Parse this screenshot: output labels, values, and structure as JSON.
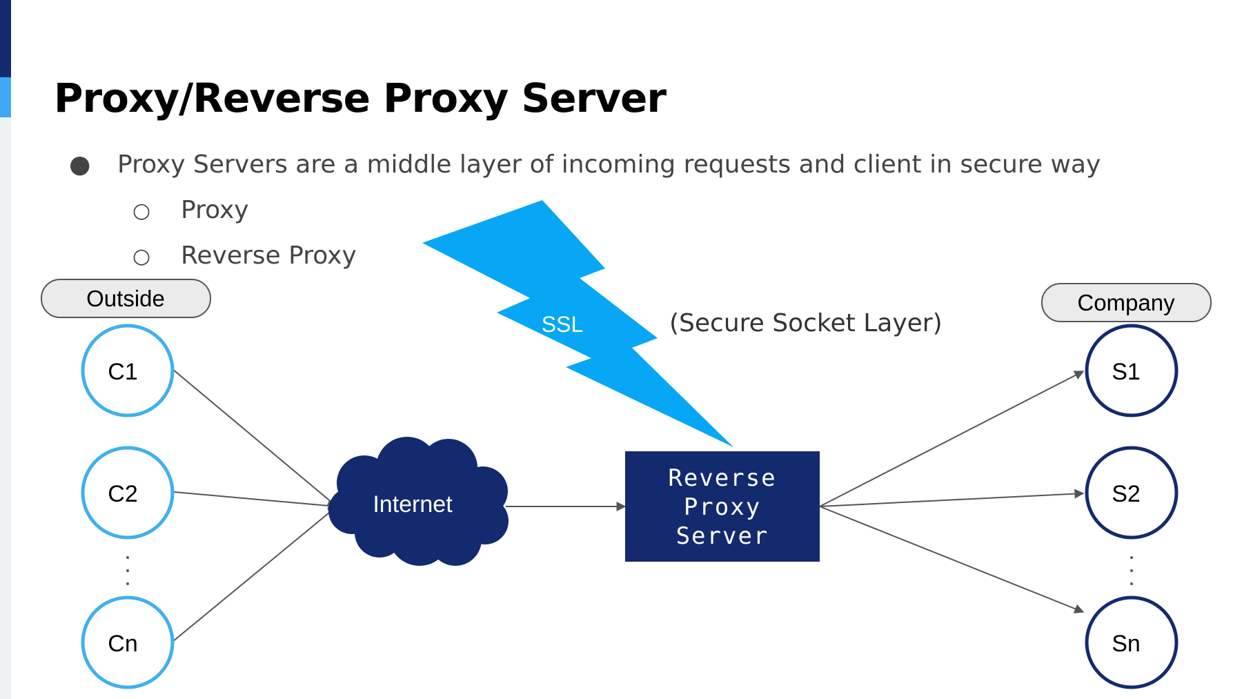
{
  "slide": {
    "title": "Proxy/Reverse Proxy Server",
    "bullets": [
      {
        "marker": "●",
        "text": "Proxy Servers are a middle layer of incoming requests and client in secure way"
      },
      {
        "marker": "○",
        "text": "Proxy"
      },
      {
        "marker": "○",
        "text": "Reverse Proxy"
      }
    ]
  },
  "diagram": {
    "outside_label": "Outside",
    "company_label": "Company",
    "clients": [
      "C1",
      "C2",
      "Cn"
    ],
    "servers": [
      "S1",
      "S2",
      "Sn"
    ],
    "ellipsis": ".\n.\n.",
    "internet_label": "Internet",
    "proxy_box_lines": [
      "Reverse",
      "Proxy",
      "Server"
    ],
    "ssl_label": "SSL",
    "ssl_note": "(Secure Socket Layer)"
  },
  "colors": {
    "client_ring": "#3fb0ee",
    "server_ring": "#142a6e",
    "cloud_fill": "#142a6e",
    "box_fill": "#142a6e",
    "bolt_fill": "#07a7f5",
    "pill_fill": "#ebebeb",
    "arrow": "#555555"
  }
}
